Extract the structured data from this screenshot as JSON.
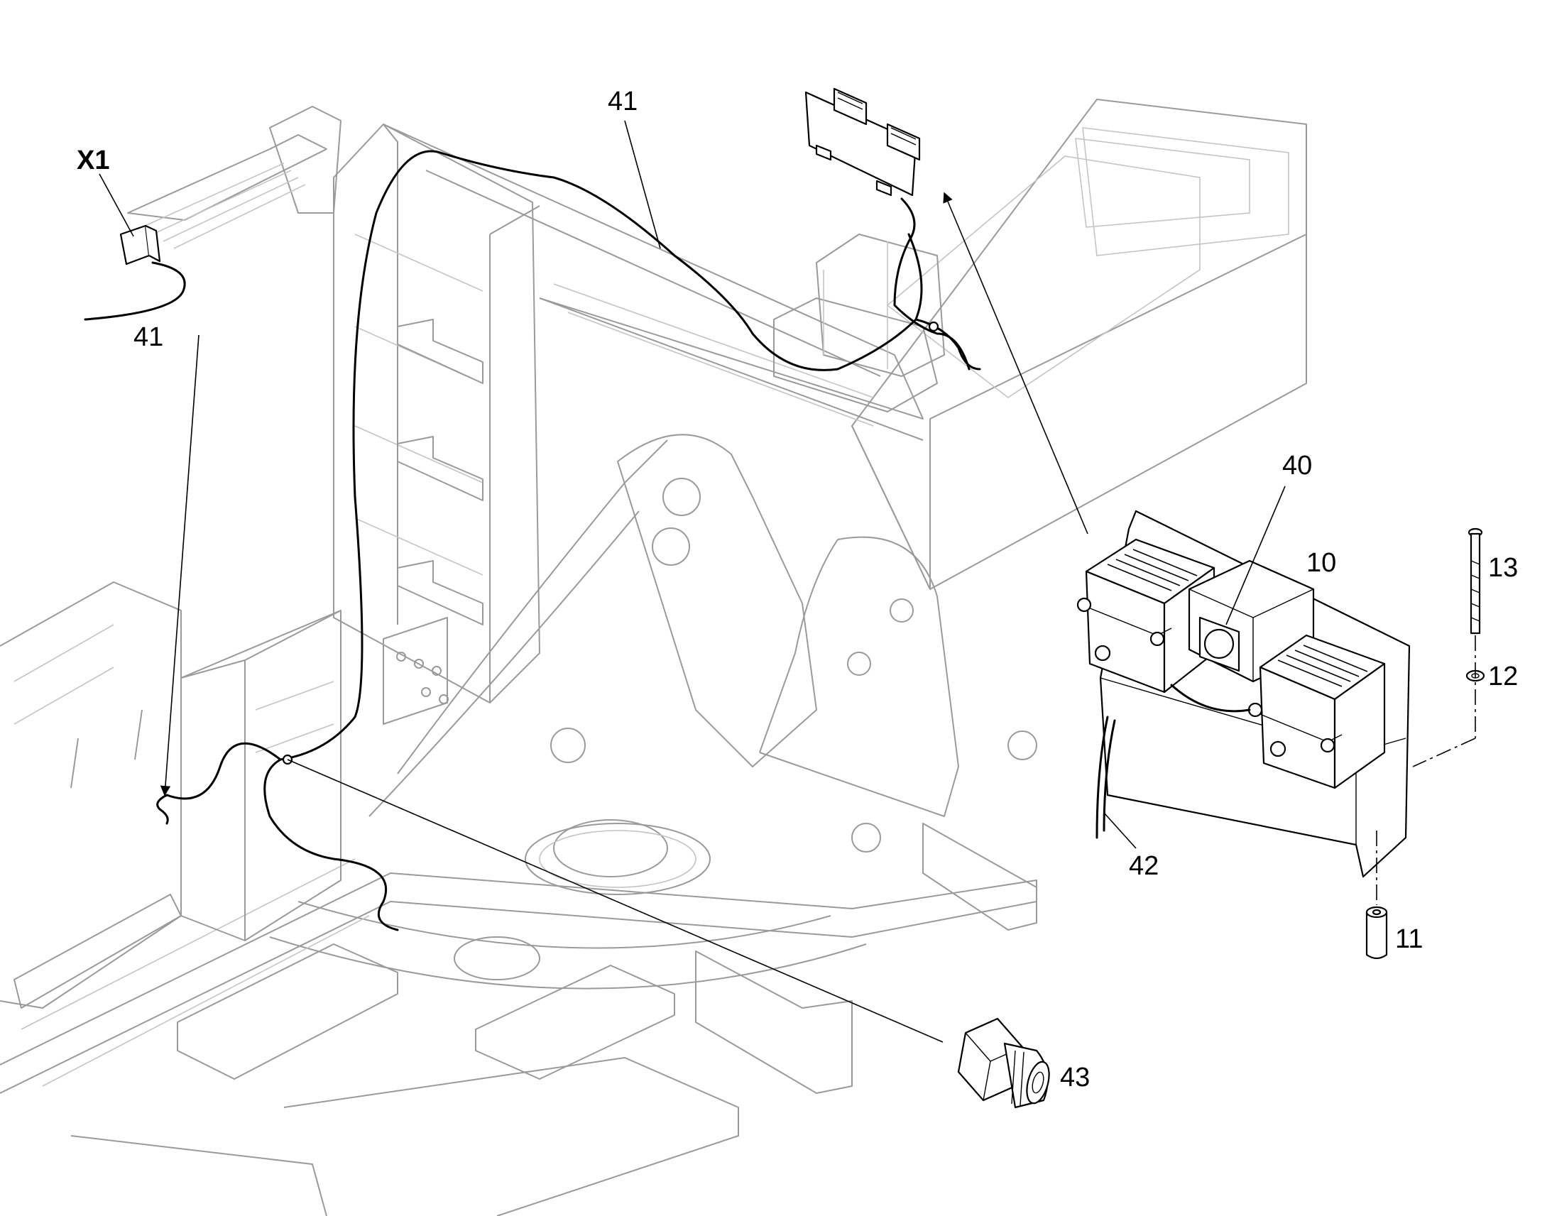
{
  "diagram": {
    "callouts": [
      {
        "id": "X1",
        "text": "X1",
        "bold": true
      },
      {
        "id": "41a",
        "text": "41"
      },
      {
        "id": "41b",
        "text": "41"
      },
      {
        "id": "40",
        "text": "40"
      },
      {
        "id": "10",
        "text": "10"
      },
      {
        "id": "13",
        "text": "13"
      },
      {
        "id": "12",
        "text": "12"
      },
      {
        "id": "11",
        "text": "11"
      },
      {
        "id": "42",
        "text": "42"
      },
      {
        "id": "43",
        "text": "43"
      }
    ]
  }
}
